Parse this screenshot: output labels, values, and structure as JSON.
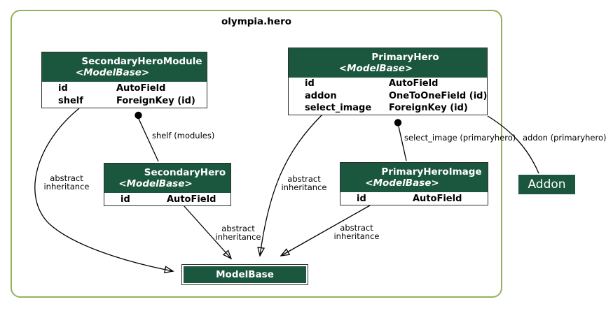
{
  "package": {
    "label": "olympia.hero"
  },
  "models": [
    {
      "title": "SecondaryHeroModule",
      "base": "<ModelBase>",
      "fields": [
        {
          "name": "id",
          "type": "AutoField"
        },
        {
          "name": "shelf",
          "type": "ForeignKey (id)"
        }
      ]
    },
    {
      "title": "PrimaryHero",
      "base": "<ModelBase>",
      "fields": [
        {
          "name": "id",
          "type": "AutoField"
        },
        {
          "name": "addon",
          "type": "OneToOneField (id)"
        },
        {
          "name": "select_image",
          "type": "ForeignKey (id)"
        }
      ]
    },
    {
      "title": "SecondaryHero",
      "base": "<ModelBase>",
      "fields": [
        {
          "name": "id",
          "type": "AutoField"
        }
      ]
    },
    {
      "title": "PrimaryHeroImage",
      "base": "<ModelBase>",
      "fields": [
        {
          "name": "id",
          "type": "AutoField"
        }
      ]
    }
  ],
  "base_model": {
    "label": "ModelBase"
  },
  "external_model": {
    "label": "Addon"
  },
  "edges": [
    {
      "name": "shelf",
      "label": "shelf (modules)"
    },
    {
      "name": "secondaryheromodule-to-modelbase",
      "label": "abstract\ninheritance"
    },
    {
      "name": "primaryhero-to-modelbase",
      "label": "abstract\ninheritance"
    },
    {
      "name": "secondaryhero-to-modelbase",
      "label": "abstract\ninheritance"
    },
    {
      "name": "primaryheroimage-to-modelbase",
      "label": "abstract\ninheritance"
    },
    {
      "name": "select_image",
      "label": "select_image (primaryhero)"
    },
    {
      "name": "addon",
      "label": "addon (primaryhero)"
    }
  ],
  "colors": {
    "header_fill": "#1b563f",
    "cluster_border": "#94b25c",
    "table_border": "#2e2e2e",
    "edge_color": "#000000",
    "header_text": "#ffffff",
    "field_text": "#000000"
  }
}
